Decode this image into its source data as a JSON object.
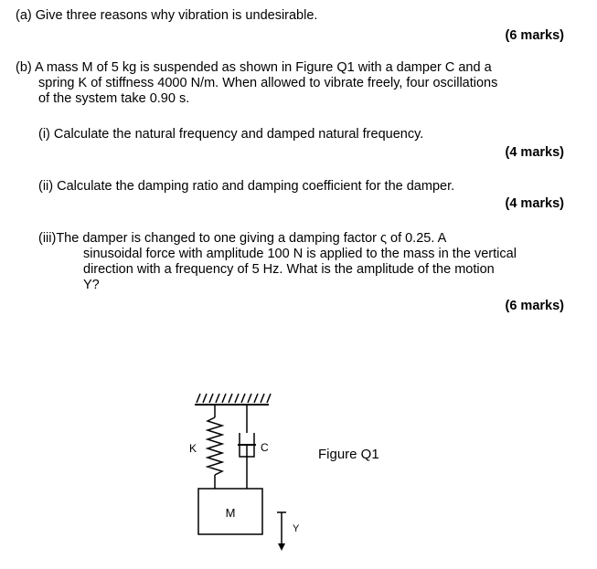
{
  "part_a": {
    "text": "(a) Give three reasons why vibration is undesirable.",
    "marks": "(6 marks)"
  },
  "part_b": {
    "lines": [
      "(b)  A mass M of 5 kg is suspended as shown in Figure Q1 with a damper C and a",
      "spring K of stiffness 4000 N/m.  When allowed to vibrate freely, four oscillations",
      "of the system take 0.90 s."
    ],
    "q1": {
      "text": "(i)  Calculate the natural frequency and damped natural frequency.",
      "marks": "(4 marks)"
    },
    "q2": {
      "text": "(ii) Calculate the damping ratio and damping coefficient for the damper.",
      "marks": "(4 marks)"
    },
    "q3": {
      "lines": [
        "(iii)The damper is changed to one giving a damping factor ς of 0.25.  A",
        "sinusoidal force with amplitude 100 N is applied to the mass in the vertical",
        "direction with a frequency of 5 Hz.  What is the amplitude of the motion",
        "Y?"
      ],
      "marks": "(6 marks)"
    }
  },
  "figure": {
    "caption": "Figure Q1",
    "spring_label": "K",
    "damper_label": "C",
    "mass_label": "M",
    "displacement_label": "Y"
  }
}
